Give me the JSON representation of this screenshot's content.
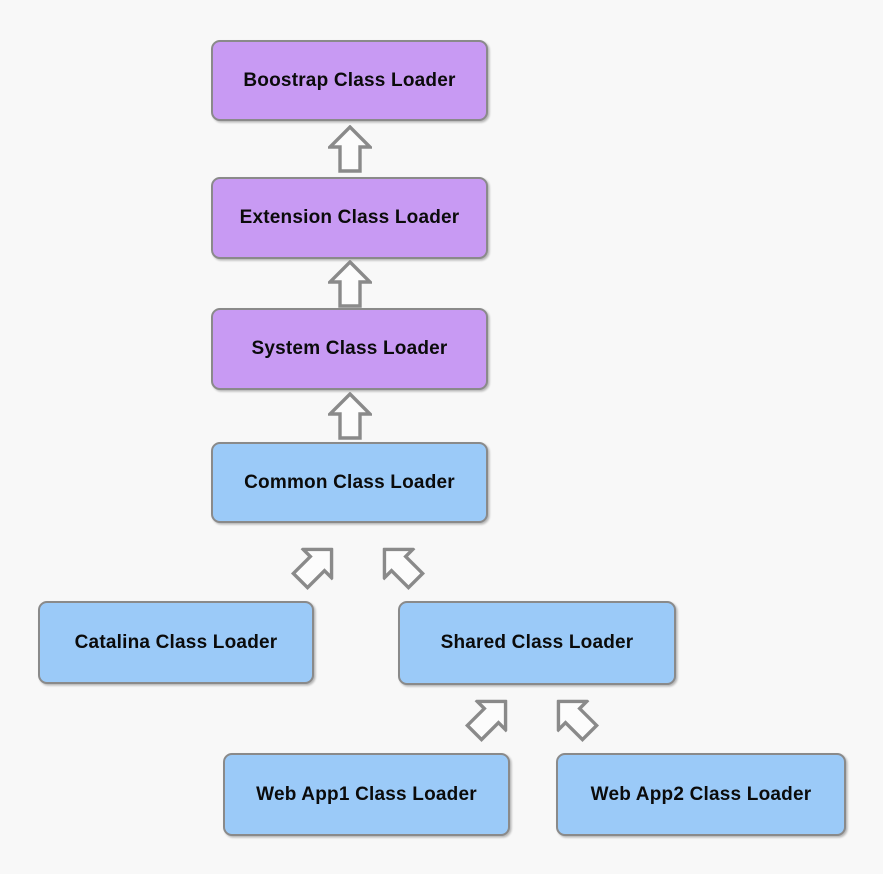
{
  "diagram": {
    "type": "hierarchy",
    "subject": "Tomcat class loader hierarchy",
    "colors": {
      "background": "#f8f8f8",
      "purple": "#c89af3",
      "blue": "#9bcaf8",
      "border": "#8a8a8a",
      "arrowFill": "#fcfcfc",
      "arrowOutline": "#8a8a8a",
      "text": "#0b0b0b"
    },
    "nodes": {
      "bootstrap": {
        "label": "Boostrap Class Loader",
        "color": "#c89af3"
      },
      "extension": {
        "label": "Extension Class Loader",
        "color": "#c89af3"
      },
      "system": {
        "label": "System Class Loader",
        "color": "#c89af3"
      },
      "common": {
        "label": "Common Class Loader",
        "color": "#9bcaf8"
      },
      "catalina": {
        "label": "Catalina Class Loader",
        "color": "#9bcaf8"
      },
      "shared": {
        "label": "Shared Class Loader",
        "color": "#9bcaf8"
      },
      "webapp1": {
        "label": "Web App1 Class Loader",
        "color": "#9bcaf8"
      },
      "webapp2": {
        "label": "Web App2 Class Loader",
        "color": "#9bcaf8"
      }
    },
    "edges": [
      {
        "from": "Extension Class Loader",
        "to": "Boostrap Class Loader",
        "direction": "up"
      },
      {
        "from": "System Class Loader",
        "to": "Extension Class Loader",
        "direction": "up"
      },
      {
        "from": "Common Class Loader",
        "to": "System Class Loader",
        "direction": "up"
      },
      {
        "from": "Catalina Class Loader",
        "to": "Common Class Loader",
        "direction": "up-right"
      },
      {
        "from": "Shared Class Loader",
        "to": "Common Class Loader",
        "direction": "up-left"
      },
      {
        "from": "Web App1 Class Loader",
        "to": "Shared Class Loader",
        "direction": "up-right"
      },
      {
        "from": "Web App2 Class Loader",
        "to": "Shared Class Loader",
        "direction": "up-left"
      }
    ]
  }
}
